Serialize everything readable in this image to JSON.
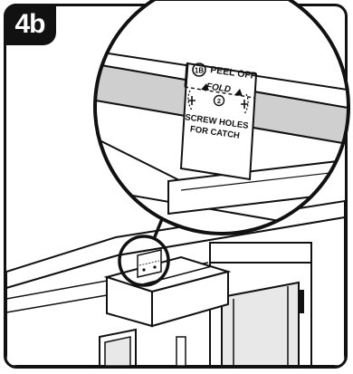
{
  "step": {
    "badge": "4b"
  },
  "sticker": {
    "step_marker": "1B",
    "peel_off": "PEEL OFF",
    "fold": "FOLD",
    "fold_number": "2",
    "screw_holes_line1": "SCREW HOLES",
    "screw_holes_line2": "FOR CATCH"
  }
}
